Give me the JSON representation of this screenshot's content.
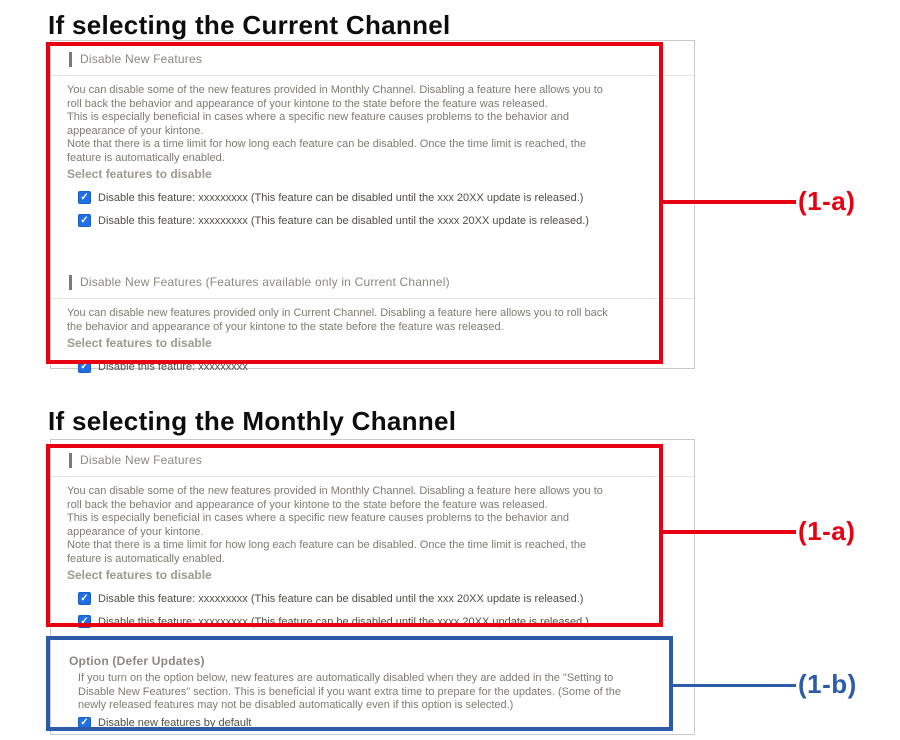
{
  "colors": {
    "red": "#e60012",
    "blue": "#2b5caa",
    "checkbox": "#1f6fe5"
  },
  "icons": {
    "checkmark": "✓"
  },
  "callouts": {
    "a": "(1-a)",
    "b": "(1-b)"
  },
  "current": {
    "heading": "If selecting the Current Channel",
    "disable_new_features": {
      "title": "Disable New Features",
      "paragraphs": [
        "You can disable some of the new features provided in Monthly Channel. Disabling a feature here allows you to roll back the behavior and appearance of your kintone to the state before the feature was released.",
        "This is especially beneficial in cases where a specific new feature causes problems to the behavior and appearance of your kintone.",
        "Note that there is a time limit for how long each feature can be disabled. Once the time limit is reached, the feature is automatically enabled."
      ],
      "select_label": "Select features to disable",
      "checkboxes": [
        {
          "label": "Disable this feature: xxxxxxxxx (This feature can be disabled until the xxx 20XX update is released.)",
          "checked": true
        },
        {
          "label": "Disable this feature: xxxxxxxxx (This feature can be disabled until the xxxx 20XX update is released.)",
          "checked": true
        }
      ]
    },
    "disable_current_only": {
      "title": "Disable New Features (Features available only in Current Channel)",
      "paragraphs": [
        "You can disable new features provided only in Current Channel. Disabling a feature here allows you to roll back the behavior and appearance of your kintone to the state before the feature was released."
      ],
      "select_label": "Select features to disable",
      "checkboxes": [
        {
          "label": "Disable this feature: xxxxxxxxx",
          "checked": true
        }
      ]
    }
  },
  "monthly": {
    "heading": "If selecting the Monthly Channel",
    "disable_new_features": {
      "title": "Disable New Features",
      "paragraphs": [
        "You can disable some of the new features provided in Monthly Channel. Disabling a feature here allows you to roll back the behavior and appearance of your kintone to the state before the feature was released.",
        "This is especially beneficial in cases where a specific new feature causes problems to the behavior and appearance of your kintone.",
        "Note that there is a time limit for how long each feature can be disabled. Once the time limit is reached, the feature is automatically enabled."
      ],
      "select_label": "Select features to disable",
      "checkboxes": [
        {
          "label": "Disable this feature: xxxxxxxxx (This feature can be disabled until the xxx 20XX update is released.)",
          "checked": true
        },
        {
          "label": "Disable this feature: xxxxxxxxx (This feature can be disabled until the xxxx 20XX update is released.)",
          "checked": true
        }
      ]
    },
    "option_defer": {
      "title": "Option (Defer Updates)",
      "paragraphs": [
        "If you turn on the option below, new features are automatically disabled when they are added in the \"Setting to Disable New Features\" section. This is beneficial if you want extra time to prepare for the updates. (Some of the newly released features may not be disabled automatically even if this option is selected.)"
      ],
      "checkboxes": [
        {
          "label": "Disable new features by default",
          "checked": true
        }
      ]
    }
  }
}
